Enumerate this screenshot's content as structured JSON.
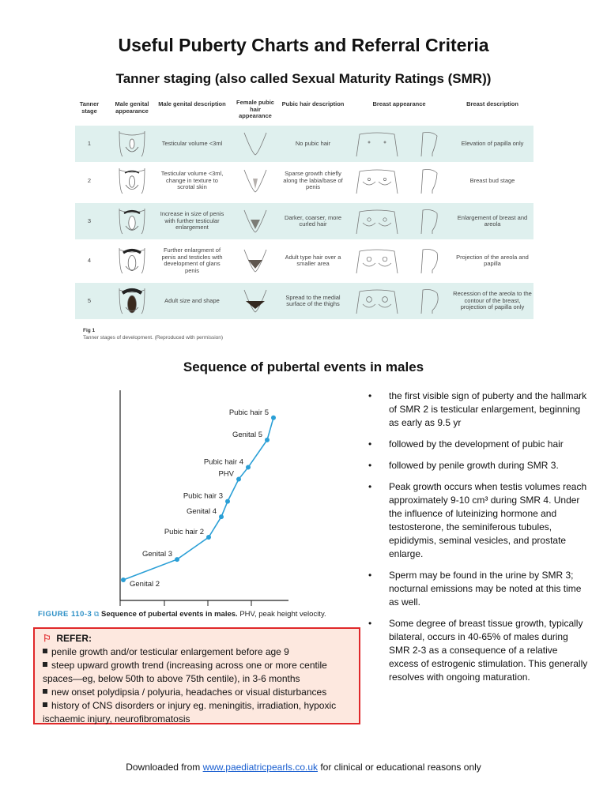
{
  "title": "Useful Puberty Charts and Referral Criteria",
  "subtitle": "Tanner staging (also called Sexual Maturity Ratings (SMR))",
  "tanner": {
    "headers": [
      "Tanner stage",
      "Male genital appearance",
      "Male genital description",
      "Female pubic hair appearance",
      "Pubic hair description",
      "Breast appearance",
      "Breast description"
    ],
    "rows": [
      {
        "stage": "1",
        "male_desc": "Testicular volume <3ml",
        "pubic_desc": "No pubic hair",
        "breast_desc": "Elevation of papilla only"
      },
      {
        "stage": "2",
        "male_desc": "Testicular volume <3ml, change in texture to scrotal skin",
        "pubic_desc": "Sparse growth chiefly along the labia/base of penis",
        "breast_desc": "Breast bud stage"
      },
      {
        "stage": "3",
        "male_desc": "Increase in size of penis with further testicular enlargement",
        "pubic_desc": "Darker, coarser, more curled hair",
        "breast_desc": "Enlargement of breast and areola"
      },
      {
        "stage": "4",
        "male_desc": "Further enlargment of penis and testicles with development of glans penis",
        "pubic_desc": "Adult type hair over a smaller area",
        "breast_desc": "Projection of the areola and papilla"
      },
      {
        "stage": "5",
        "male_desc": "Adult size and shape",
        "pubic_desc": "Spread to the medial surface of the thighs",
        "breast_desc": "Recession of the areola to the contour of the breast, projection of papilla only"
      }
    ],
    "fig_label": "Fig 1",
    "fig_caption": "Tanner stages of development. (Reproduced with permission)"
  },
  "section_title": "Sequence of pubertal events in males",
  "chart_data": {
    "type": "line",
    "title": "",
    "xlabel": "",
    "ylabel": "",
    "points": [
      {
        "label": "Genital 2",
        "x": 0,
        "y": 0
      },
      {
        "label": "Genital 3",
        "x": 34,
        "y": 12
      },
      {
        "label": "Pubic hair 2",
        "x": 54,
        "y": 25
      },
      {
        "label": "Genital 4",
        "x": 62,
        "y": 37
      },
      {
        "label": "Pubic hair 3",
        "x": 66,
        "y": 46
      },
      {
        "label": "PHV",
        "x": 73,
        "y": 59
      },
      {
        "label": "Pubic hair 4",
        "x": 79,
        "y": 66
      },
      {
        "label": "Genital 5",
        "x": 91,
        "y": 82
      },
      {
        "label": "Pubic hair 5",
        "x": 95,
        "y": 95
      }
    ],
    "xlim": [
      0,
      100
    ],
    "ylim": [
      0,
      100
    ],
    "grid": false,
    "line_color": "#2a9fd6"
  },
  "figure": {
    "number": "FIGURE 110-3",
    "title": "Sequence of pubertal events in males.",
    "note": "PHV, peak height velocity."
  },
  "bullets": [
    "the first visible sign of puberty and the hallmark of SMR 2 is testicular enlargement, beginning as early as 9.5 yr",
    "followed by the development of pubic hair",
    "followed by penile growth during SMR 3.",
    "Peak growth occurs when testis volumes reach approximately 9-10 cm³ during SMR 4. Under the influence of luteinizing hormone and testosterone, the seminiferous tubules, epididymis, seminal vesicles, and prostate enlarge.",
    "Sperm may be found in the urine by SMR 3; nocturnal emissions may be noted at this time as well.",
    "Some degree of breast tissue growth, typically bilateral, occurs in 40-65% of males during SMR 2-3 as a consequence of a relative excess of estrogenic stimulation. This generally resolves with ongoing maturation."
  ],
  "refer": {
    "heading": "REFER:",
    "items": [
      "penile growth and/or testicular enlargement before age 9",
      "steep upward growth trend (increasing across one or more centile spaces—eg, below 50th to above 75th centile), in 3-6 months",
      "new onset polydipsia / polyuria, headaches or visual disturbances",
      "history of CNS disorders or injury eg. meningitis, irradiation, hypoxic ischaemic injury, neurofibromatosis"
    ]
  },
  "footer": {
    "prefix": "Downloaded from ",
    "link": "www.paediatricpearls.co.uk",
    "suffix": " for clinical or educational reasons only"
  },
  "colors": {
    "table_shade": "#dff0ee",
    "refer_border": "#e0282a",
    "refer_bg": "#fde8df",
    "figure_number": "#2b8fc6",
    "link": "#1a5fd0"
  }
}
